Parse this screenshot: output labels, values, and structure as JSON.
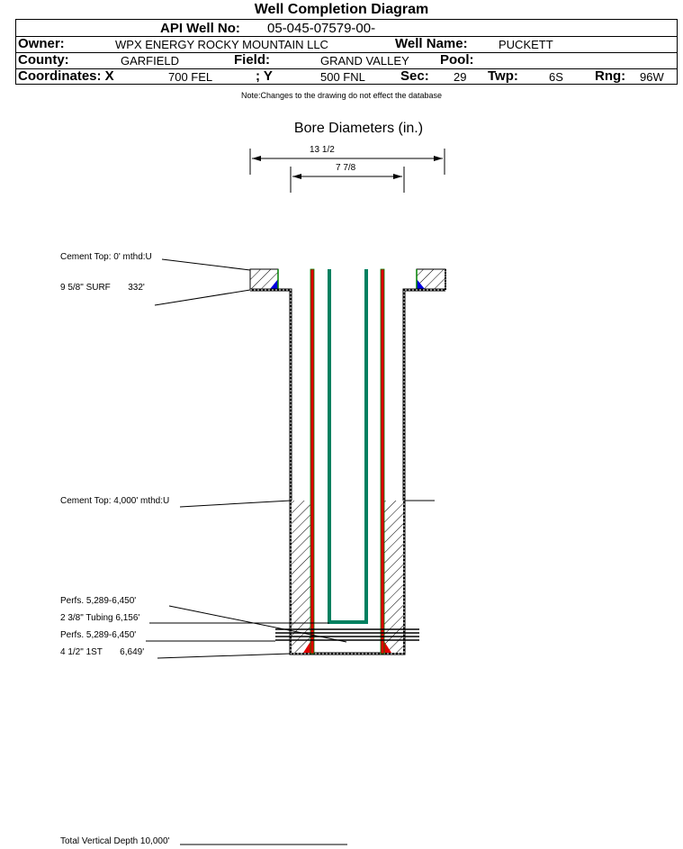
{
  "title": "Well Completion Diagram",
  "header": {
    "api_label": "API Well No:",
    "api_value": "05-045-07579-00-",
    "owner_label": "Owner:",
    "owner_value": "WPX ENERGY ROCKY MOUNTAIN LLC",
    "well_name_label": "Well Name:",
    "well_name_value": "PUCKETT",
    "county_label": "County:",
    "county_value": "GARFIELD",
    "field_label": "Field:",
    "field_value": "GRAND VALLEY",
    "pool_label": "Pool:",
    "pool_value": "",
    "coords_label": "Coordinates: X",
    "x_value": "700 FEL",
    "y_label": "; Y",
    "y_value": "500 FNL",
    "sec_label": "Sec:",
    "sec_value": "29",
    "twp_label": "Twp:",
    "twp_value": "6S",
    "rng_label": "Rng:",
    "rng_value": "96W"
  },
  "note": "Note:Changes to the drawing do not effect the database",
  "bore": {
    "title": "Bore Diameters (in.)",
    "outer": "13 1/2",
    "inner": "7 7/8"
  },
  "labels": {
    "cement_top_surface": "Cement Top: 0' mthd:U",
    "surface_casing": "9 5/8\" SURF       332'",
    "cement_top_prod": "Cement Top: 4,000' mthd:U",
    "perfs_1": "Perfs. 5,289-6,450'",
    "tubing": "2 3/8\" Tubing 6,156'",
    "perfs_2": "Perfs. 5,289-6,450'",
    "prod_casing": "4 1/2\" 1ST       6,649'",
    "tvd": "Total Vertical Depth 10,000'"
  },
  "colors": {
    "casing_red": "#e00000",
    "tubing_green": "#008060",
    "cement_shoe_blue": "#0000e0",
    "cement_shoe_red": "#e00000"
  }
}
